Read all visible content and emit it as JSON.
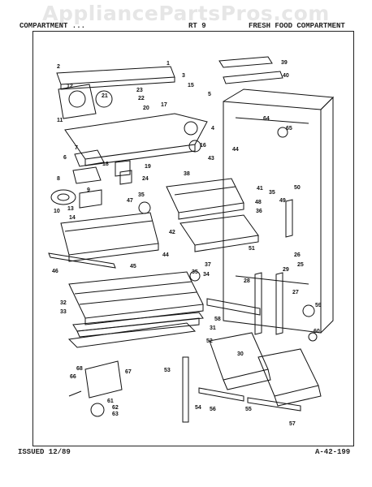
{
  "watermark": "AppliancePartsPros.com",
  "header": {
    "left": "COMPARTMENT ...",
    "model": "RT 9",
    "right": "FRESH FOOD COMPARTMENT"
  },
  "footer": {
    "issued": "ISSUED 12/89",
    "page": "A-42-199"
  },
  "callouts": [
    "1",
    "2",
    "3",
    "4",
    "5",
    "6",
    "7",
    "8",
    "9",
    "10",
    "11",
    "12",
    "13",
    "14",
    "15",
    "16",
    "17",
    "18",
    "19",
    "20",
    "21",
    "22",
    "23",
    "24",
    "25",
    "26",
    "27",
    "28",
    "29",
    "30",
    "31",
    "32",
    "33",
    "34",
    "35",
    "35",
    "35",
    "36",
    "37",
    "38",
    "39",
    "40",
    "41",
    "42",
    "43",
    "44",
    "44",
    "45",
    "46",
    "47",
    "48",
    "49",
    "50",
    "51",
    "52",
    "53",
    "54",
    "55",
    "56",
    "57",
    "58",
    "59",
    "60",
    "61",
    "62",
    "63",
    "64",
    "65",
    "66",
    "67",
    "68"
  ]
}
